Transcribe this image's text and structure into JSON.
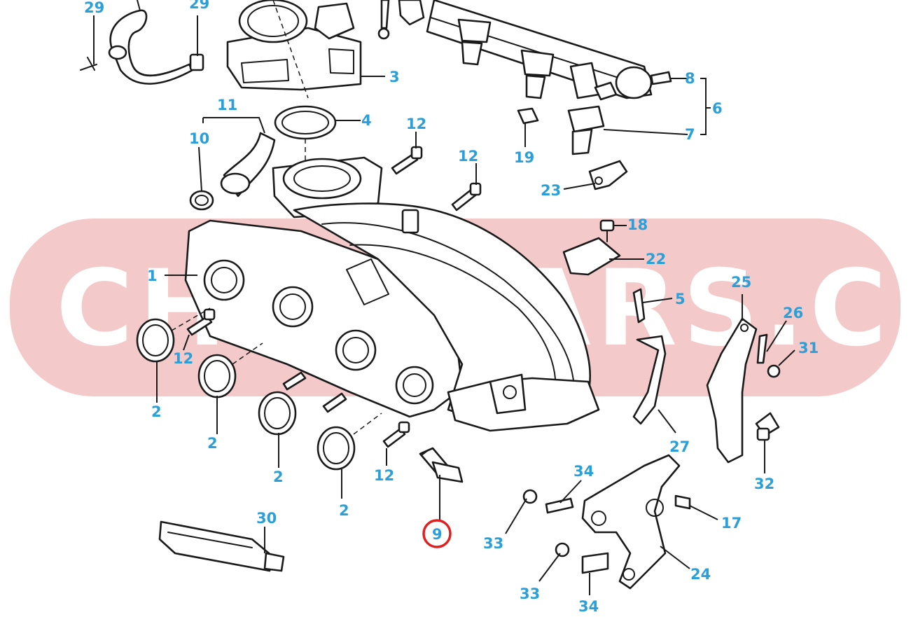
{
  "diagram": {
    "watermark_text": "CHILECARS.CL",
    "highlighted_callout": "9",
    "callouts": [
      {
        "id": "c29a",
        "label": "29"
      },
      {
        "id": "c29b",
        "label": "29"
      },
      {
        "id": "c3",
        "label": "3"
      },
      {
        "id": "c8",
        "label": "8"
      },
      {
        "id": "c6",
        "label": "6"
      },
      {
        "id": "c7",
        "label": "7"
      },
      {
        "id": "c11",
        "label": "11"
      },
      {
        "id": "c4",
        "label": "4"
      },
      {
        "id": "c12a",
        "label": "12"
      },
      {
        "id": "c10",
        "label": "10"
      },
      {
        "id": "c12b",
        "label": "12"
      },
      {
        "id": "c19",
        "label": "19"
      },
      {
        "id": "c23",
        "label": "23"
      },
      {
        "id": "c18",
        "label": "18"
      },
      {
        "id": "c22",
        "label": "22"
      },
      {
        "id": "c1",
        "label": "1"
      },
      {
        "id": "c5",
        "label": "5"
      },
      {
        "id": "c25",
        "label": "25"
      },
      {
        "id": "c26",
        "label": "26"
      },
      {
        "id": "c31",
        "label": "31"
      },
      {
        "id": "c12c",
        "label": "12"
      },
      {
        "id": "c2a",
        "label": "2"
      },
      {
        "id": "c2b",
        "label": "2"
      },
      {
        "id": "c2c",
        "label": "2"
      },
      {
        "id": "c2d",
        "label": "2"
      },
      {
        "id": "c12d",
        "label": "12"
      },
      {
        "id": "c27",
        "label": "27"
      },
      {
        "id": "c32",
        "label": "32"
      },
      {
        "id": "c34a",
        "label": "34"
      },
      {
        "id": "c17",
        "label": "17"
      },
      {
        "id": "c30",
        "label": "30"
      },
      {
        "id": "c9",
        "label": "9"
      },
      {
        "id": "c33a",
        "label": "33"
      },
      {
        "id": "c24",
        "label": "24"
      },
      {
        "id": "c33b",
        "label": "33"
      },
      {
        "id": "c34b",
        "label": "34"
      }
    ]
  }
}
